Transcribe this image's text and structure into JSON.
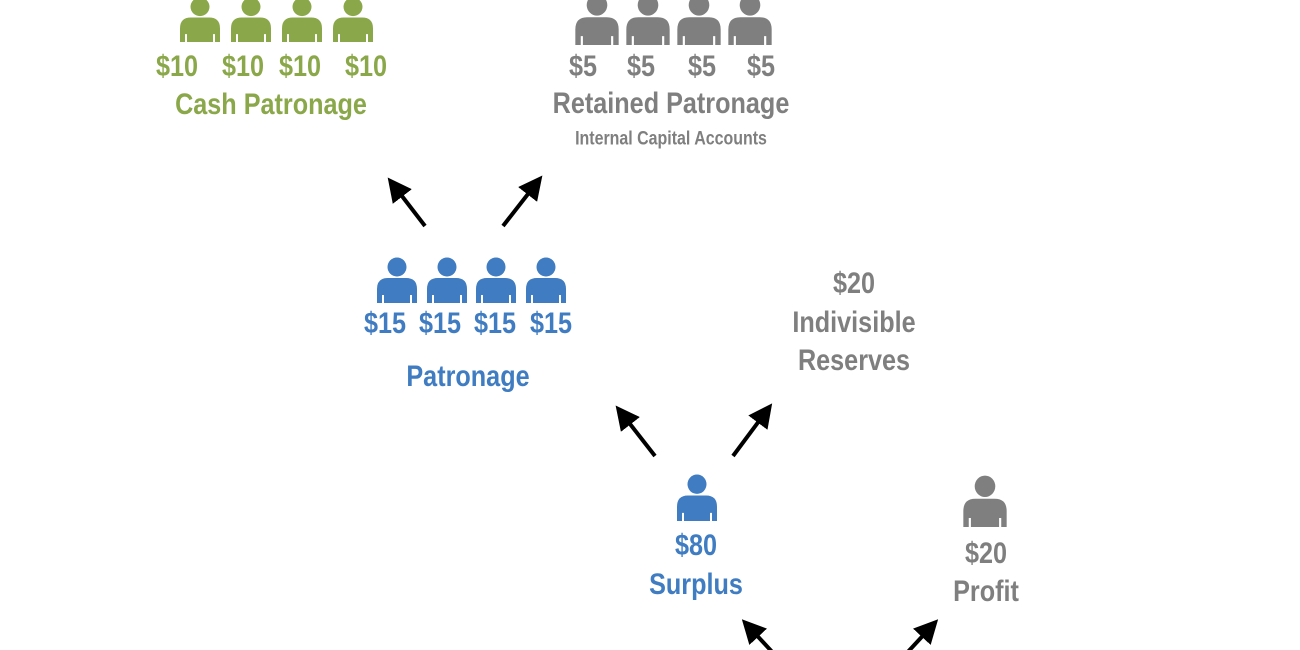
{
  "colors": {
    "cash": "#8aa84a",
    "retained": "#7f7f7f",
    "patronage": "#3f7cc1",
    "arrow": "#000000"
  },
  "cash_patronage": {
    "amounts": [
      "$10",
      "$10",
      "$10",
      "$10"
    ],
    "title": "Cash Patronage"
  },
  "retained_patronage": {
    "amounts": [
      "$5",
      "$5",
      "$5",
      "$5"
    ],
    "title": "Retained Patronage",
    "subtitle": "Internal Capital Accounts"
  },
  "patronage": {
    "amounts": [
      "$15",
      "$15",
      "$15",
      "$15"
    ],
    "title": "Patronage"
  },
  "reserves": {
    "amount": "$20",
    "line1": "Indivisible",
    "line2": "Reserves"
  },
  "surplus": {
    "amount": "$80",
    "title": "Surplus"
  },
  "profit": {
    "amount": "$20",
    "title": "Profit"
  }
}
